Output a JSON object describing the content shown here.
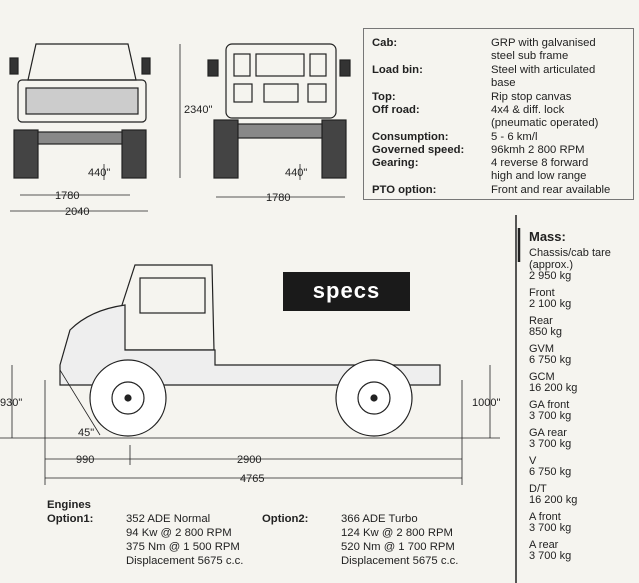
{
  "dimensions": {
    "front_height": "2340\"",
    "front_ground_clearance": "440\"",
    "front_track": "1780",
    "front_width": "2040",
    "rear_ground_clearance": "440\"",
    "rear_track": "1780",
    "side_front_height": "930\"",
    "side_rear_height": "1000\"",
    "approach_angle": "45\"",
    "front_overhang": "990",
    "wheelbase": "2900",
    "overall_length": "4765"
  },
  "specs_table": [
    {
      "label": "Cab:",
      "value": [
        "GRP with galvanised",
        "steel sub frame"
      ]
    },
    {
      "label": "Load bin:",
      "value": [
        "Steel with articulated",
        "base"
      ]
    },
    {
      "label": "Top:",
      "value": [
        "Rip stop canvas"
      ]
    },
    {
      "label": "Off road:",
      "value": [
        "4x4 & diff. lock",
        "(pneumatic operated)"
      ]
    },
    {
      "label": "Consumption:",
      "value": [
        "5 - 6 km/l"
      ]
    },
    {
      "label": "Governed speed:",
      "value": [
        "96kmh 2 800 RPM"
      ]
    },
    {
      "label": "Gearing:",
      "value": [
        "4 reverse 8 forward",
        "high and low range"
      ]
    },
    {
      "label": "PTO option:",
      "value": [
        "Front and rear available"
      ]
    }
  ],
  "badge": "specs",
  "mass": {
    "title": "Mass:",
    "items": [
      {
        "label": "Chassis/cab tare (approx.)",
        "value": "2 950 kg"
      },
      {
        "label": "Front",
        "value": "2 100 kg"
      },
      {
        "label": "Rear",
        "value": "850 kg"
      },
      {
        "label": "GVM",
        "value": "6 750 kg"
      },
      {
        "label": "GCM",
        "value": "16 200 kg"
      },
      {
        "label": "GA front",
        "value": "3 700 kg"
      },
      {
        "label": "GA rear",
        "value": "3 700 kg"
      },
      {
        "label": "V",
        "value": "6 750 kg"
      },
      {
        "label": "D/T",
        "value": "16 200 kg"
      },
      {
        "label": "A front",
        "value": "3 700 kg"
      },
      {
        "label": "A rear",
        "value": "3 700 kg"
      }
    ]
  },
  "engines": {
    "title": "Engines",
    "option1": {
      "label": "Option1:",
      "lines": [
        "352 ADE Normal",
        "94 Kw @ 2 800 RPM",
        "375 Nm @ 1 500 RPM",
        "Displacement 5675 c.c."
      ]
    },
    "option2": {
      "label": "Option2:",
      "lines": [
        "366 ADE Turbo",
        "124 Kw @ 2 800 RPM",
        "520 Nm @ 1 700 RPM",
        "Displacement 5675 c.c."
      ]
    }
  }
}
